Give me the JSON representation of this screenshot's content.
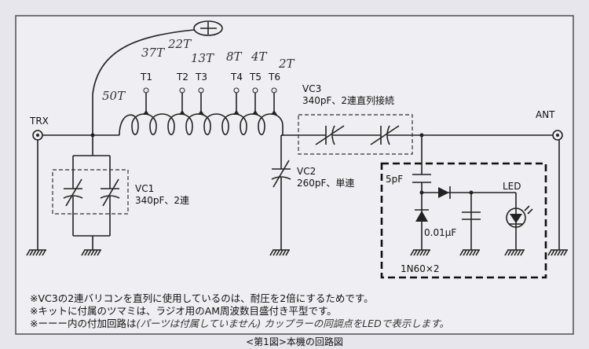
{
  "labels": {
    "trx": "TRX",
    "ant": "ANT",
    "vc1_name": "VC1",
    "vc1_value": "340pF、2連",
    "vc2_name": "VC2",
    "vc2_value": "260pF、単連",
    "vc3_name": "VC3",
    "vc3_value": "340pF、2連直列接続",
    "c_5pf": "5pF",
    "c_001": "0.01μF",
    "led": "LED",
    "diodes": "1N60×2",
    "taps": [
      "T1",
      "T2",
      "T3",
      "T4",
      "T5",
      "T6"
    ]
  },
  "handwritten": {
    "t_50": "50T",
    "t_37": "37T",
    "t_22": "22T",
    "t_13": "13T",
    "t_8": "8T",
    "t_4": "4T",
    "t_2": "2T"
  },
  "notes": [
    "※VC3の2連バリコンを直列に使用しているのは、耐圧を2倍にするためです。",
    "※キットに付属のツマミは、ラジオ用のAM周波数目盛付き平型です。",
    "※ーーー内の付加回路は"
  ],
  "note3_handwritten": "(パーツは付属していません) カップラーの同調点をLEDで表示します。",
  "caption": "<第1図>本機の回路図"
}
